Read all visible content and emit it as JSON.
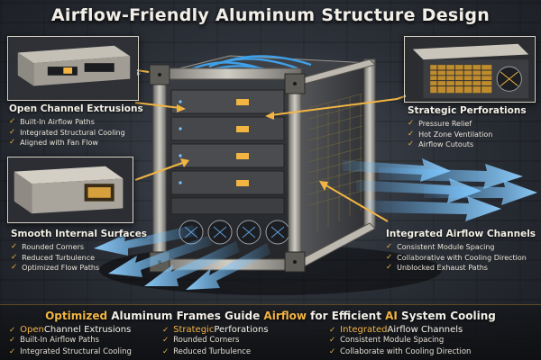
{
  "title": {
    "prefix": "Airflow-Friendly ",
    "accent": "Aluminum",
    "suffix": " Structure Design"
  },
  "colors": {
    "accent": "#f2b544",
    "airflow": "#5fb8ff",
    "frame": "#b9b6ae"
  },
  "callouts": {
    "open_channel": {
      "heading": "Open Channel Extrusions",
      "items": [
        "Built-In Airflow Paths",
        "Integrated Structural Cooling",
        "Aligned with Fan Flow"
      ]
    },
    "strategic": {
      "heading": "Strategic Perforations",
      "items": [
        "Pressure Relief",
        "Hot Zone Ventilation",
        "Airflow Cutouts"
      ]
    },
    "smooth": {
      "heading": "Smooth Internal Surfaces",
      "items": [
        "Rounded Corners",
        "Reduced Turbulence",
        "Optimized Flow Paths"
      ]
    },
    "integrated": {
      "heading": "Integrated Airflow Channels",
      "items": [
        "Consistent Module Spacing",
        "Collaborative with Cooling Direction",
        "Unblocked Exhaust Paths"
      ]
    }
  },
  "bottom": {
    "heading": {
      "accent1": "Optimized",
      "mid1": " Aluminum Frames Guide ",
      "accent2": "Airflow",
      "mid2": " for Efficient ",
      "accent3": "AI",
      "suffix": " System Cooling"
    },
    "columns": [
      {
        "word": "Open",
        "rest": " Channel Extrusions",
        "items": [
          "Built-In Airflow Paths",
          "Integrated Structural Cooling"
        ]
      },
      {
        "word": "Strategic",
        "rest": " Perforations",
        "items": [
          "Rounded Corners",
          "Reduced Turbulence"
        ]
      },
      {
        "word": "Integrated",
        "rest": " Airflow Channels",
        "items": [
          "Consistent Module Spacing",
          "Collaborate with Cooling Direction"
        ]
      }
    ]
  },
  "check_glyph": "✓"
}
